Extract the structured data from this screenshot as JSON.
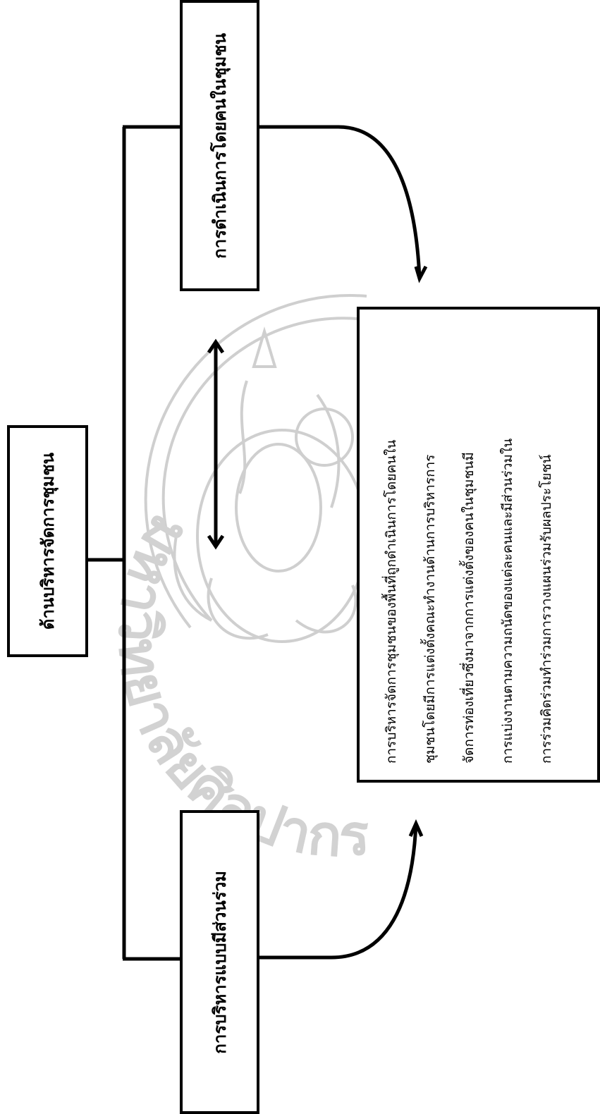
{
  "main_node": {
    "label": "ด้านบริหารจัดการชุมชน"
  },
  "branches": [
    {
      "label": "การดำเนินการโดยคนในชุมชน"
    },
    {
      "label": "การบริหารแบบมีส่วนร่วม"
    }
  ],
  "description_lines": [
    "การบริหารจัดการชุมชนของพื้นที่ถูกดำเนินการโดยคนใน",
    "ชุมชนโดยมีการแต่งตั้งคณะทำงานด้านการบริหารการ",
    "จัดการท่องเที่ยวซึ่งมาจากการแต่งตั้งของคนในชุมชนมี",
    "การแบ่งงานตามความถนัดของแต่ละคนและมีส่วนร่วมใน",
    "การร่วมคิดร่วมทำร่วมการวางแผนร่วมรับผลประโยชน์"
  ],
  "watermark": {
    "text": "มหาวิทยาลัยศิลปากร"
  },
  "colors": {
    "line": "#000000",
    "watermark": "#c8c8c8",
    "background": "#ffffff"
  }
}
